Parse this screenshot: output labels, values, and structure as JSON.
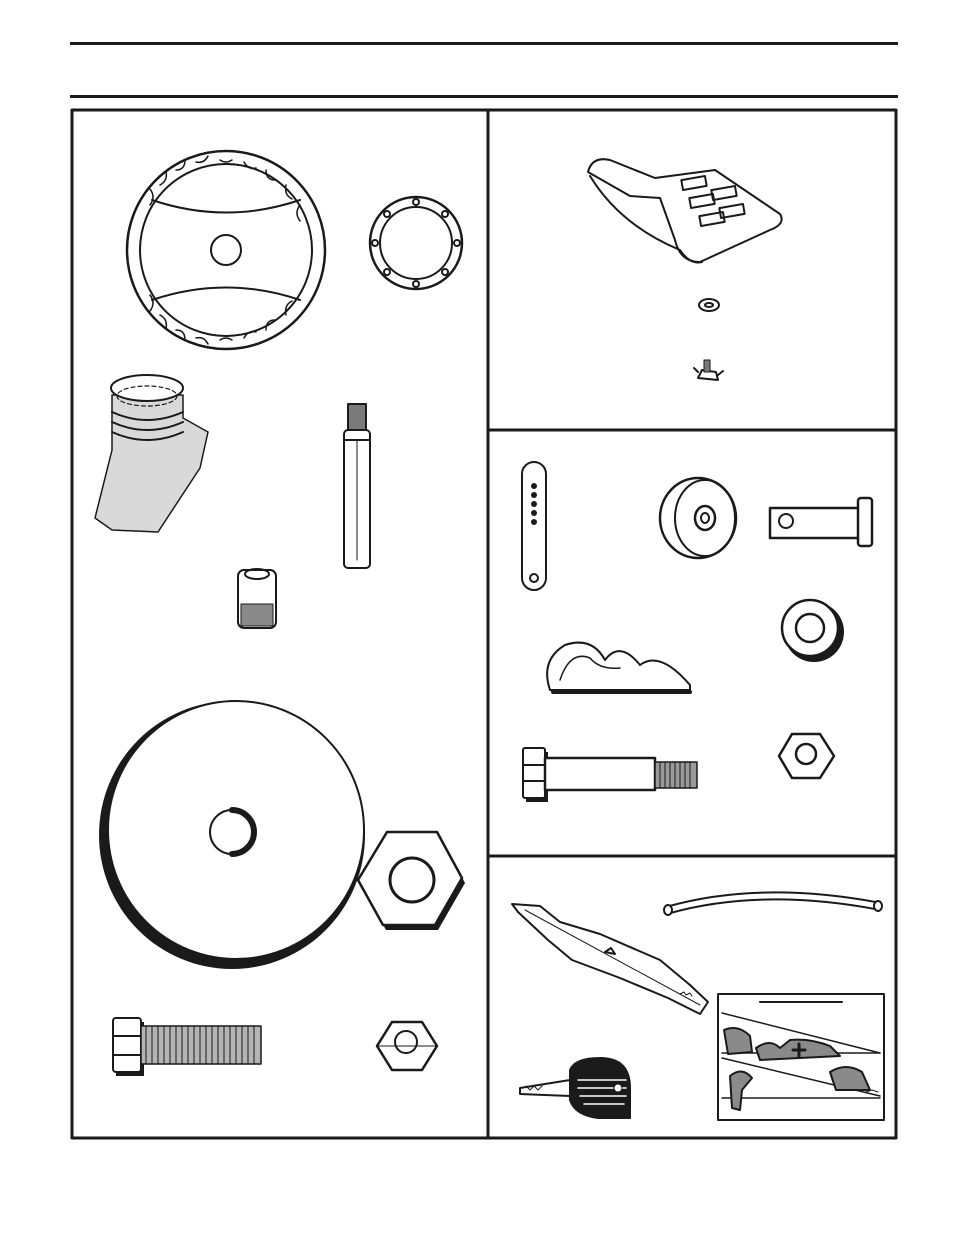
{
  "page": {
    "header_text": "",
    "footer_text": ""
  },
  "colors": {
    "line": "#1a1a1a",
    "paper": "#ffffff",
    "shade": "#9a9a9a"
  },
  "panels": [
    {
      "id": "panel-steering-parts",
      "parts": [
        "steering-wheel",
        "steering-wheel-insert",
        "steering-shaft-cover",
        "steering-extension-shaft",
        "steering-adapter",
        "washer-large",
        "hex-bushing",
        "hex-bolt",
        "hex-nut"
      ]
    },
    {
      "id": "panel-seat-parts",
      "parts": [
        "seat",
        "seat-washer",
        "wing-bolt"
      ]
    },
    {
      "id": "panel-deck-parts",
      "parts": [
        "deck-link",
        "deck-gauge-wheel",
        "clevis-pin",
        "hairpin-clip",
        "flat-washer",
        "shoulder-bolt",
        "lock-nut"
      ]
    },
    {
      "id": "panel-misc-parts",
      "parts": [
        "mower-blade",
        "fuel-hose",
        "ignition-key",
        "safety-decal"
      ]
    }
  ]
}
